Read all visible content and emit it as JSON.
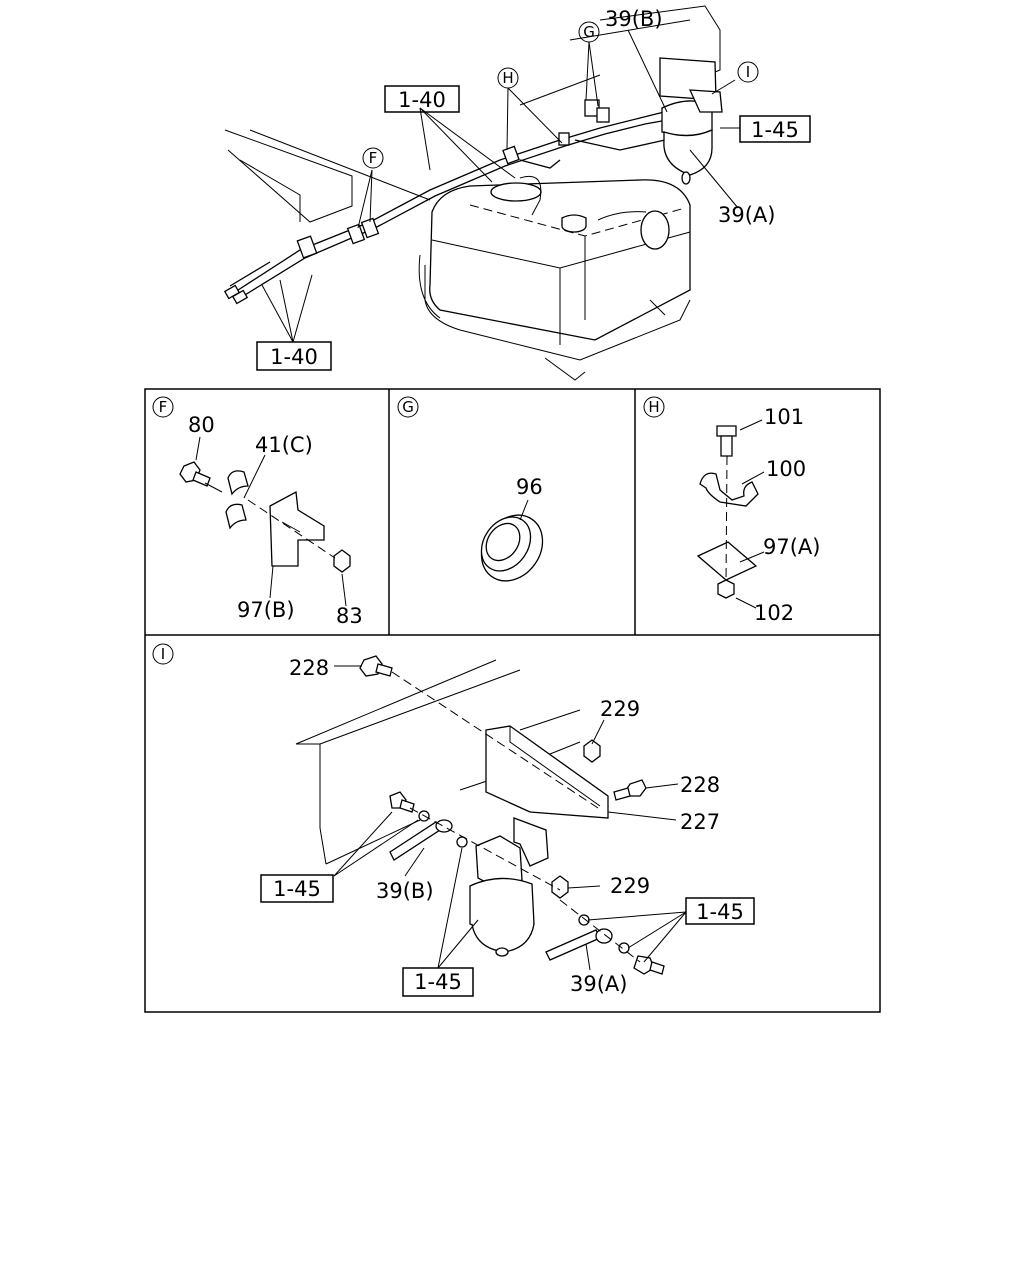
{
  "overview": {
    "refs": [
      "1-40",
      "1-40",
      "1-45"
    ],
    "callouts": [
      "F",
      "G",
      "H",
      "I"
    ],
    "labels": [
      "39(B)",
      "39(A)"
    ]
  },
  "panel_f": {
    "id": "F",
    "parts": [
      "80",
      "41(C)",
      "97(B)",
      "83"
    ]
  },
  "panel_g": {
    "id": "G",
    "parts": [
      "96"
    ]
  },
  "panel_h": {
    "id": "H",
    "parts": [
      "101",
      "100",
      "97(A)",
      "102"
    ]
  },
  "panel_i": {
    "id": "I",
    "parts": [
      "228",
      "229",
      "228",
      "227",
      "39(B)",
      "229",
      "39(A)"
    ],
    "refs": [
      "1-45",
      "1-45",
      "1-45"
    ]
  }
}
